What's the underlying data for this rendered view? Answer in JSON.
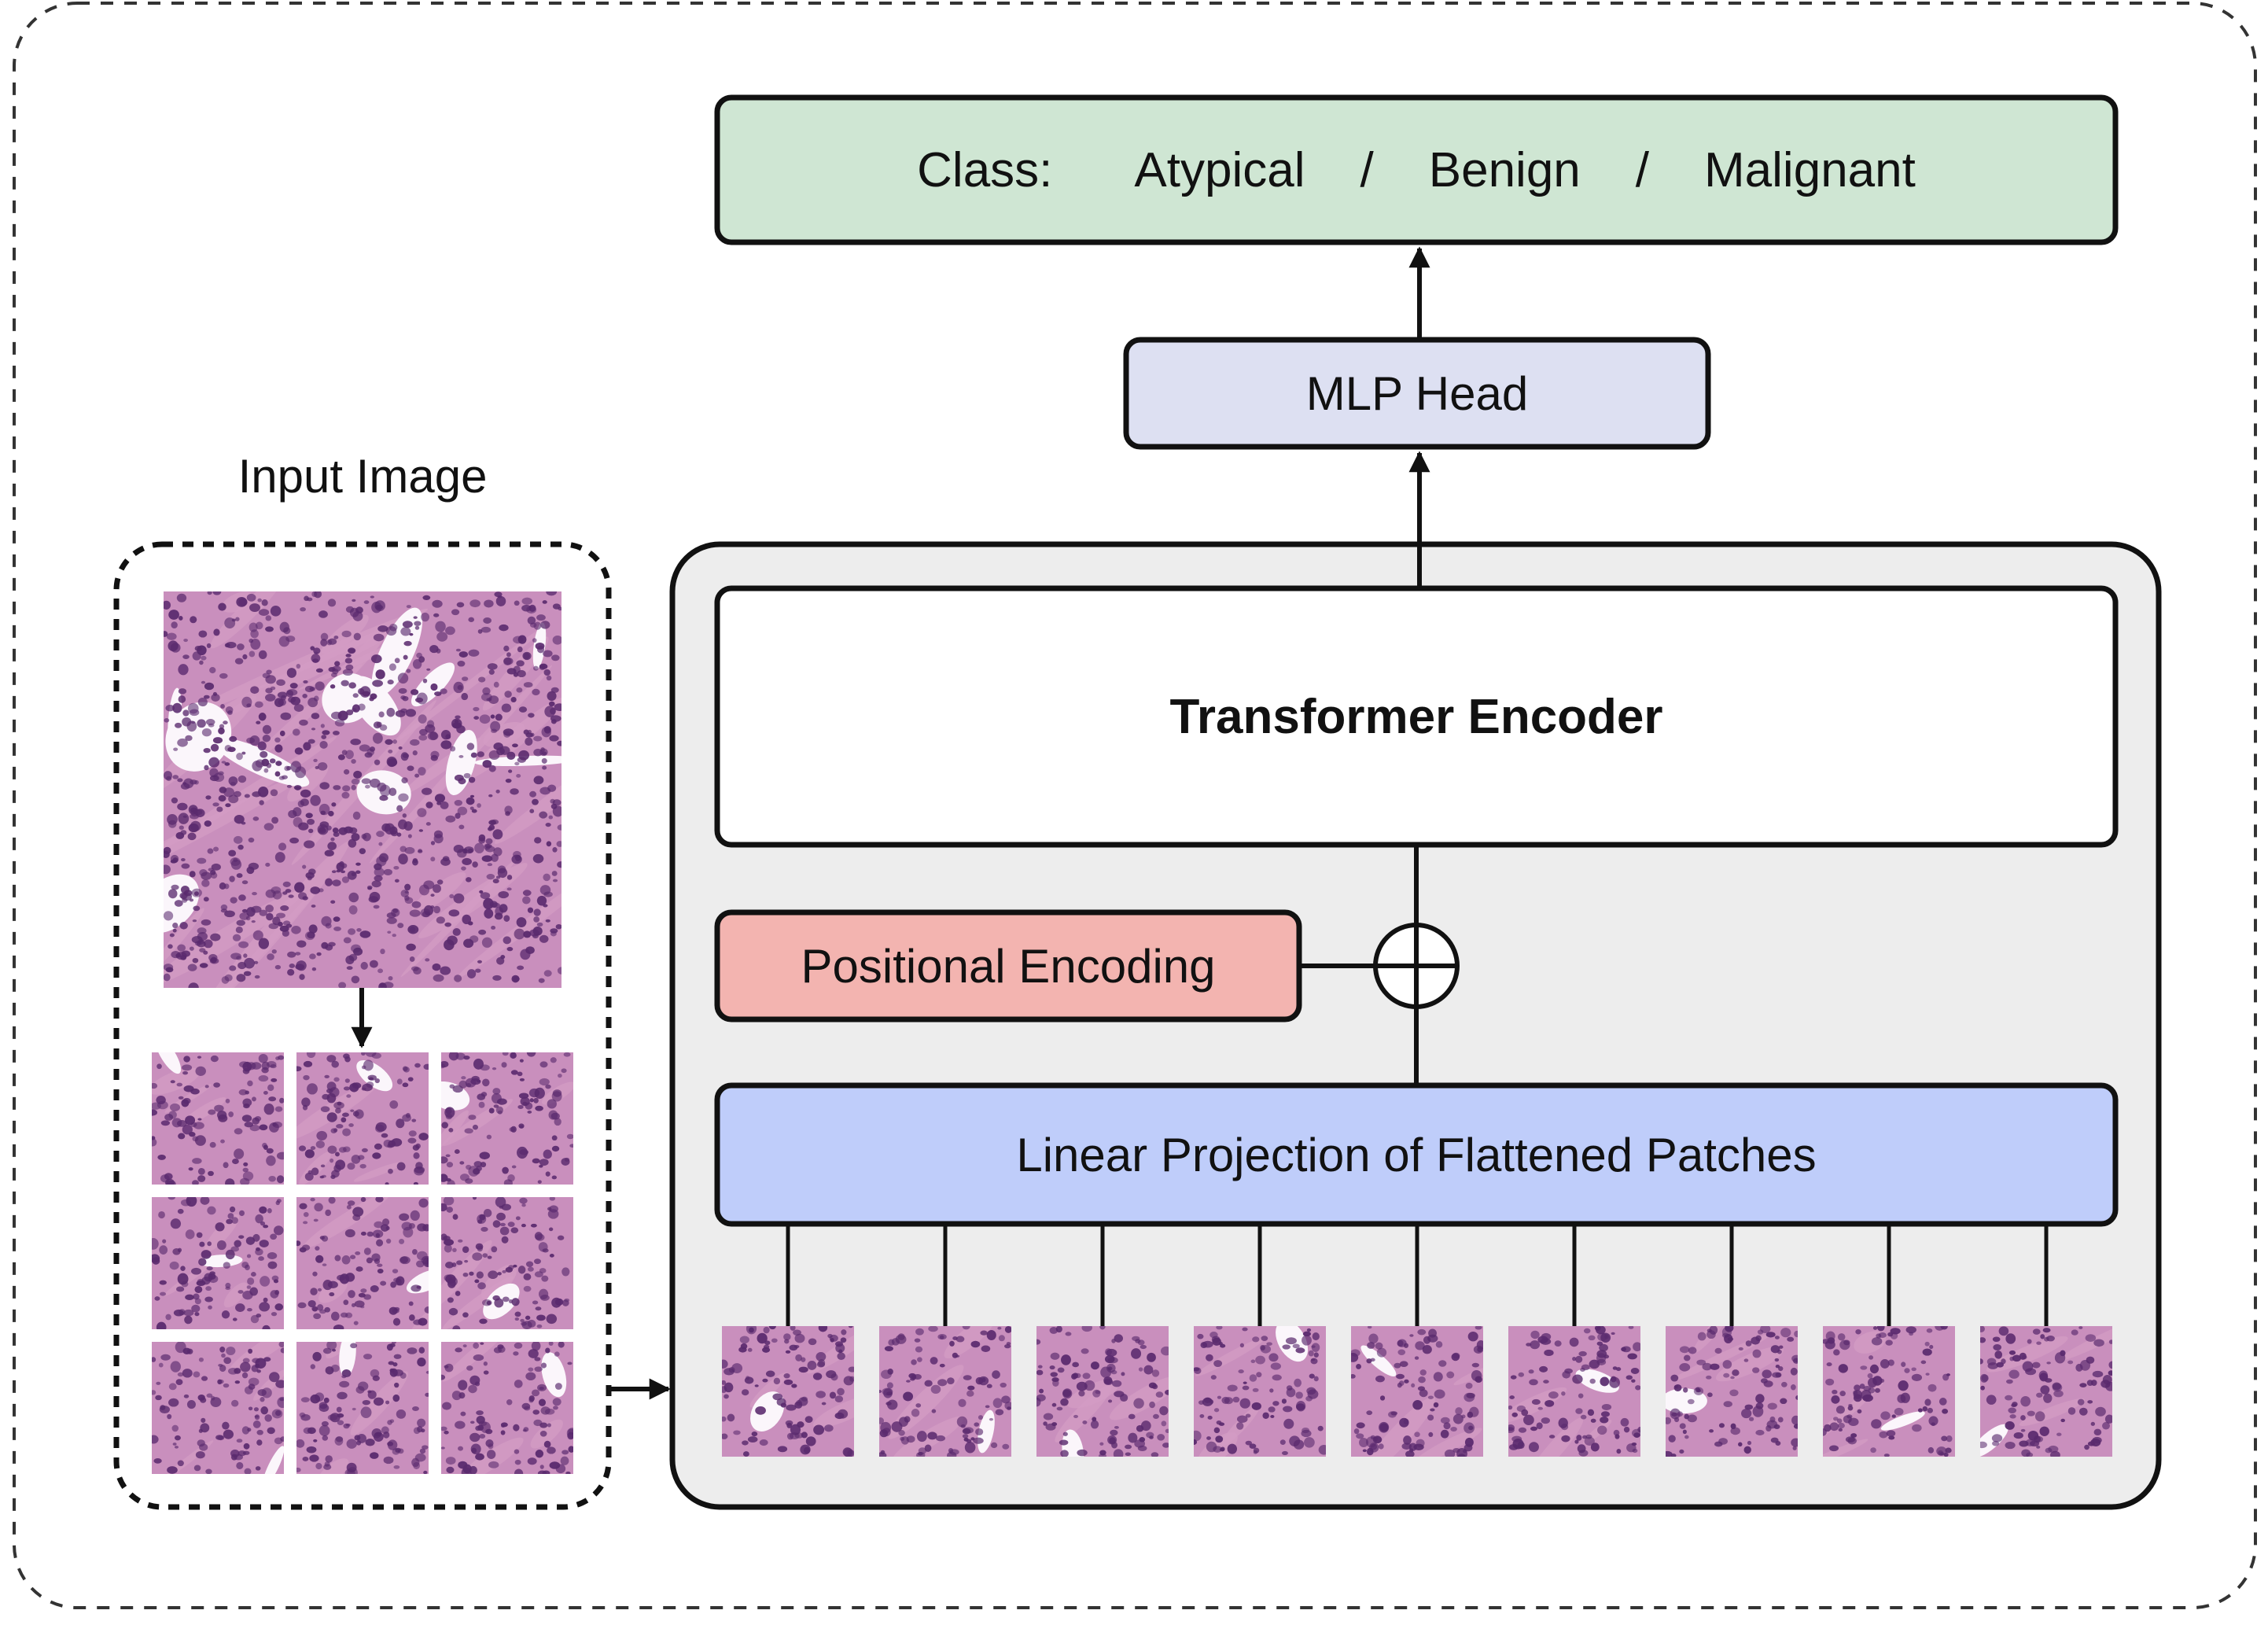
{
  "title": "Input Image",
  "output": {
    "prefix": "Class:",
    "classes": [
      "Atypical",
      "Benign",
      "Malignant"
    ],
    "separator": "/"
  },
  "blocks": {
    "mlp_head": "MLP Head",
    "transformer_encoder": "Transformer Encoder",
    "positional_encoding": "Positional Encoding",
    "linear_projection": "Linear Projection of Flattened Patches"
  },
  "patch_count": 9,
  "colors": {
    "output_fill": "#cfe6d3",
    "mlp_fill": "#dde0f2",
    "encoder_fill": "#ffffff",
    "positional_fill": "#f3b4b0",
    "projection_fill": "#bfcdfa",
    "panel_fill": "#ededed",
    "tissue_base": "#c98fbd",
    "nucleus": "#5a2a6e",
    "stroma": "#d39cc4"
  }
}
